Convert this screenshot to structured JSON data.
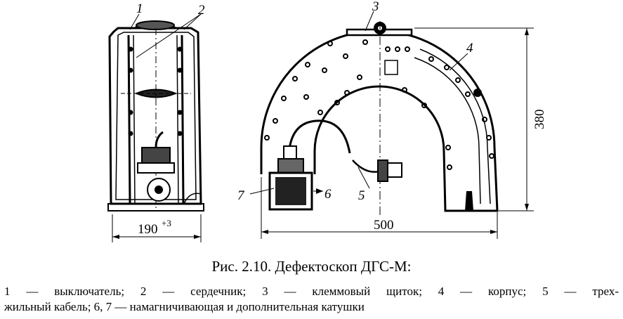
{
  "figure": {
    "labels": {
      "l1": "1",
      "l2": "2",
      "l3": "3",
      "l4": "4",
      "l5": "5",
      "l6": "6",
      "l7": "7"
    },
    "dimensions": {
      "width_side": "190",
      "width_side_tolerance": "+3",
      "width_front": "500",
      "height_front": "380"
    },
    "caption": "Рис. 2.10. Дефектоскоп ДГС-М:",
    "legend": {
      "line1": "1 — выключатель; 2 — сердечник; 3 — клеммовый щиток; 4 — корпус; 5 — трех-",
      "line2": "жильный кабель; 6, 7 — намагничивающая и дополнительная катушки"
    }
  }
}
